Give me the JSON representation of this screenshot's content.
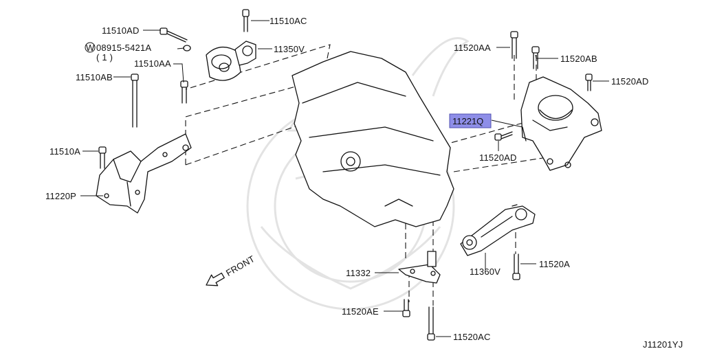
{
  "diagram": {
    "reference_code": "J11201YJ",
    "front_label": "FRONT",
    "highlighted_part": "11221Q",
    "washer_symbol": "W",
    "labels": {
      "p11510AD": "11510AD",
      "p11510AC": "11510AC",
      "p08915": "08915-5421A",
      "p08915_qty": "( 1 )",
      "p11350V": "11350V",
      "p11510AA": "11510AA",
      "p11510AB": "11510AB",
      "p11510A": "11510A",
      "p11220P": "11220P",
      "p11520AA": "11520AA",
      "p11520AB": "11520AB",
      "p11520AD_top": "11520AD",
      "p11221Q": "11221Q",
      "p11520AD_bottom": "11520AD",
      "p11332": "11332",
      "p11360V": "11360V",
      "p11520A": "11520A",
      "p11520AE": "11520AE",
      "p11520AC": "11520AC"
    },
    "colors": {
      "highlight_fill": "#8e8ee8",
      "line": "#111111",
      "watermark": "#e3e3e3"
    }
  }
}
